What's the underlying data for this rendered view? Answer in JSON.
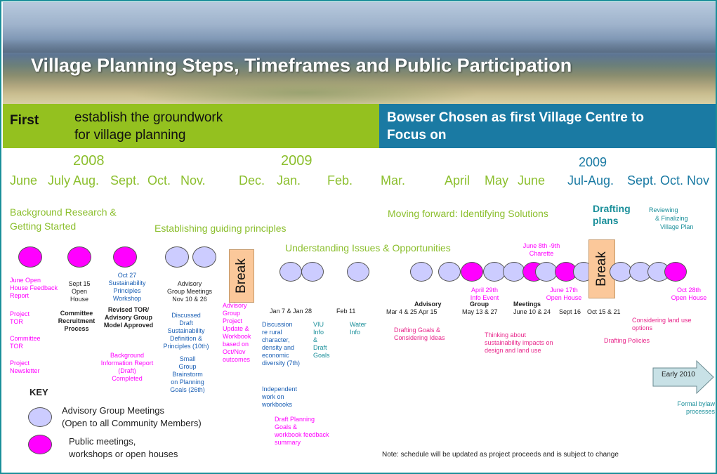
{
  "title": "Village Planning Steps, Timeframes and Public Participation",
  "band_left": {
    "first": "First",
    "text_line1": "establish the groundwork",
    "text_line2": "for village planning"
  },
  "band_right": {
    "line1": "Bowser Chosen as first Village Centre to",
    "line2": "Focus on"
  },
  "years": {
    "y2008": "2008",
    "y2009a": "2009",
    "y2009b": "2009"
  },
  "months": {
    "m1": "June",
    "m2": "July Aug.",
    "m3": "Sept.",
    "m4": "Oct.",
    "m5": "Nov.",
    "m6": "Dec.",
    "m7": "Jan.",
    "m8": "Feb.",
    "m9": "Mar.",
    "m10": "April",
    "m11": "May",
    "m12": "June",
    "m13": "Jul-Aug.",
    "m14": "Sept. Oct. Nov"
  },
  "phases": {
    "p1a": "Background  Research &",
    "p1b": "Getting Started",
    "p2": "Establishing guiding principles",
    "p3": "Understanding Issues & Opportunities",
    "p4": "Moving forward:  Identifying Solutions",
    "p5a": "Drafting",
    "p5b": "plans",
    "p6a": "Reviewing",
    "p6b": "& Finalizing",
    "p6c": "Village Plan"
  },
  "break_label": "Break",
  "notes": {
    "c1": [
      "June Open",
      "House Feedback",
      "Report"
    ],
    "c1b": [
      "Project",
      "TOR"
    ],
    "c1c": [
      "Committee",
      "TOR"
    ],
    "c1d": [
      "Project",
      "Newsletter"
    ],
    "c2": [
      "Sept 15",
      "Open",
      "House"
    ],
    "c2b": [
      "Committee",
      "Recruitment",
      "Process"
    ],
    "c3": [
      "Oct 27",
      "Sustainability",
      "Principles",
      "Workshop"
    ],
    "c3b": [
      "Revised TOR/",
      "Advisory Group",
      "Model Approved"
    ],
    "c3c": [
      "Background",
      "Information Report",
      "(Draft)",
      "Completed"
    ],
    "c4": [
      "Advisory",
      "Group Meetings",
      "Nov 10 & 26"
    ],
    "c4b": [
      "Discussed",
      "Draft",
      "Sustainability",
      "Definition &",
      "Principles (10th)"
    ],
    "c4c": [
      "Small",
      "Group",
      "Brainstorm",
      "on Planning",
      "Goals (26th)"
    ],
    "c5": [
      "Advisory",
      "Group",
      "Project",
      "Update &",
      "Workbook",
      "based on",
      "Oct/Nov",
      "outcomes"
    ],
    "jan": "Jan 7 & Jan 28",
    "feb": "Feb 11",
    "jan_b": [
      "Discussion",
      "re rural",
      "character,",
      "density and",
      "economic",
      "diversity (7th)"
    ],
    "viu": [
      "VIU",
      "Info",
      "&",
      "Draft",
      "Goals"
    ],
    "water": [
      "Water",
      "Info"
    ],
    "indep": [
      "Independent",
      "work on",
      "workbooks"
    ],
    "draftpg": [
      "Draft Planning",
      "Goals &",
      "workbook feedback",
      "summary"
    ],
    "advisory_lbl": "Advisory",
    "group_lbl": "Group",
    "meetings_lbl": "Meetings",
    "marapr": "Mar 4 & 25   Apr 15",
    "may": "May 13 & 27",
    "june": "June 10 & 24",
    "sept16": "Sept 16",
    "oct15": "Oct 15 & 21",
    "apr29": [
      "April 29th",
      "Info Event"
    ],
    "june8": [
      "June 8th -9th",
      "Charette"
    ],
    "june17": [
      "June 17th",
      "Open House"
    ],
    "oct28": [
      "Oct 28th",
      "Open House"
    ],
    "draftgoals": [
      "Drafting Goals &",
      "Considering Ideas"
    ],
    "thinking": [
      "Thinking about",
      "sustainability impacts on",
      "design and land use"
    ],
    "landuse": [
      "Considering land use",
      "options"
    ],
    "draftpol": "Drafting Policies",
    "early": "Early 2010",
    "bylaw": [
      "Formal bylaw",
      "processes"
    ]
  },
  "key": {
    "title": "KEY",
    "adv1": "Advisory Group Meetings",
    "adv2": "(Open to all Community Members)",
    "pub1": "Public meetings,",
    "pub2": "workshops or open houses"
  },
  "note": "Note: schedule will be updated as project proceeds and is subject to change",
  "colors": {
    "green": "#94c11f",
    "blue": "#1a7aa3",
    "magenta": "#ff00ff",
    "lavender": "#ccccff",
    "break": "#fbc89a"
  }
}
